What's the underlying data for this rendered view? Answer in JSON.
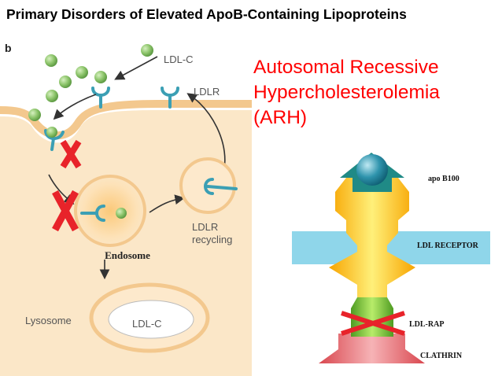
{
  "title": "Primary Disorders of Elevated ApoB-Containing Lipoproteins",
  "heading": {
    "line1": "Autosomal Recessive",
    "line2": "Hypercholesterolemia",
    "line3": "(ARH)"
  },
  "pathway": {
    "panel_letter": "b",
    "ldl_c_top": "LDL-C",
    "ldlr": "LDLR",
    "endosome": "Endosome",
    "ldlr_recycling_1": "LDLR",
    "ldlr_recycling_2": "recycling",
    "lysosome": "Lysosome",
    "ldl_c_lysosome": "LDL-C"
  },
  "receptor": {
    "apo_b100": "apo B100",
    "ldl_receptor": "LDL RECEPTOR",
    "ldl_rap": "LDL-RAP",
    "clathrin": "CLATHRIN"
  },
  "colors": {
    "heading": "#ff0000",
    "cell": "#fbe7c8",
    "membrane": "#f3c88e",
    "particle": "#8cc46a",
    "receptor_teal": "#3b9fb4",
    "cross": "#e8232a",
    "membrane_band": "#8fd6ea"
  }
}
